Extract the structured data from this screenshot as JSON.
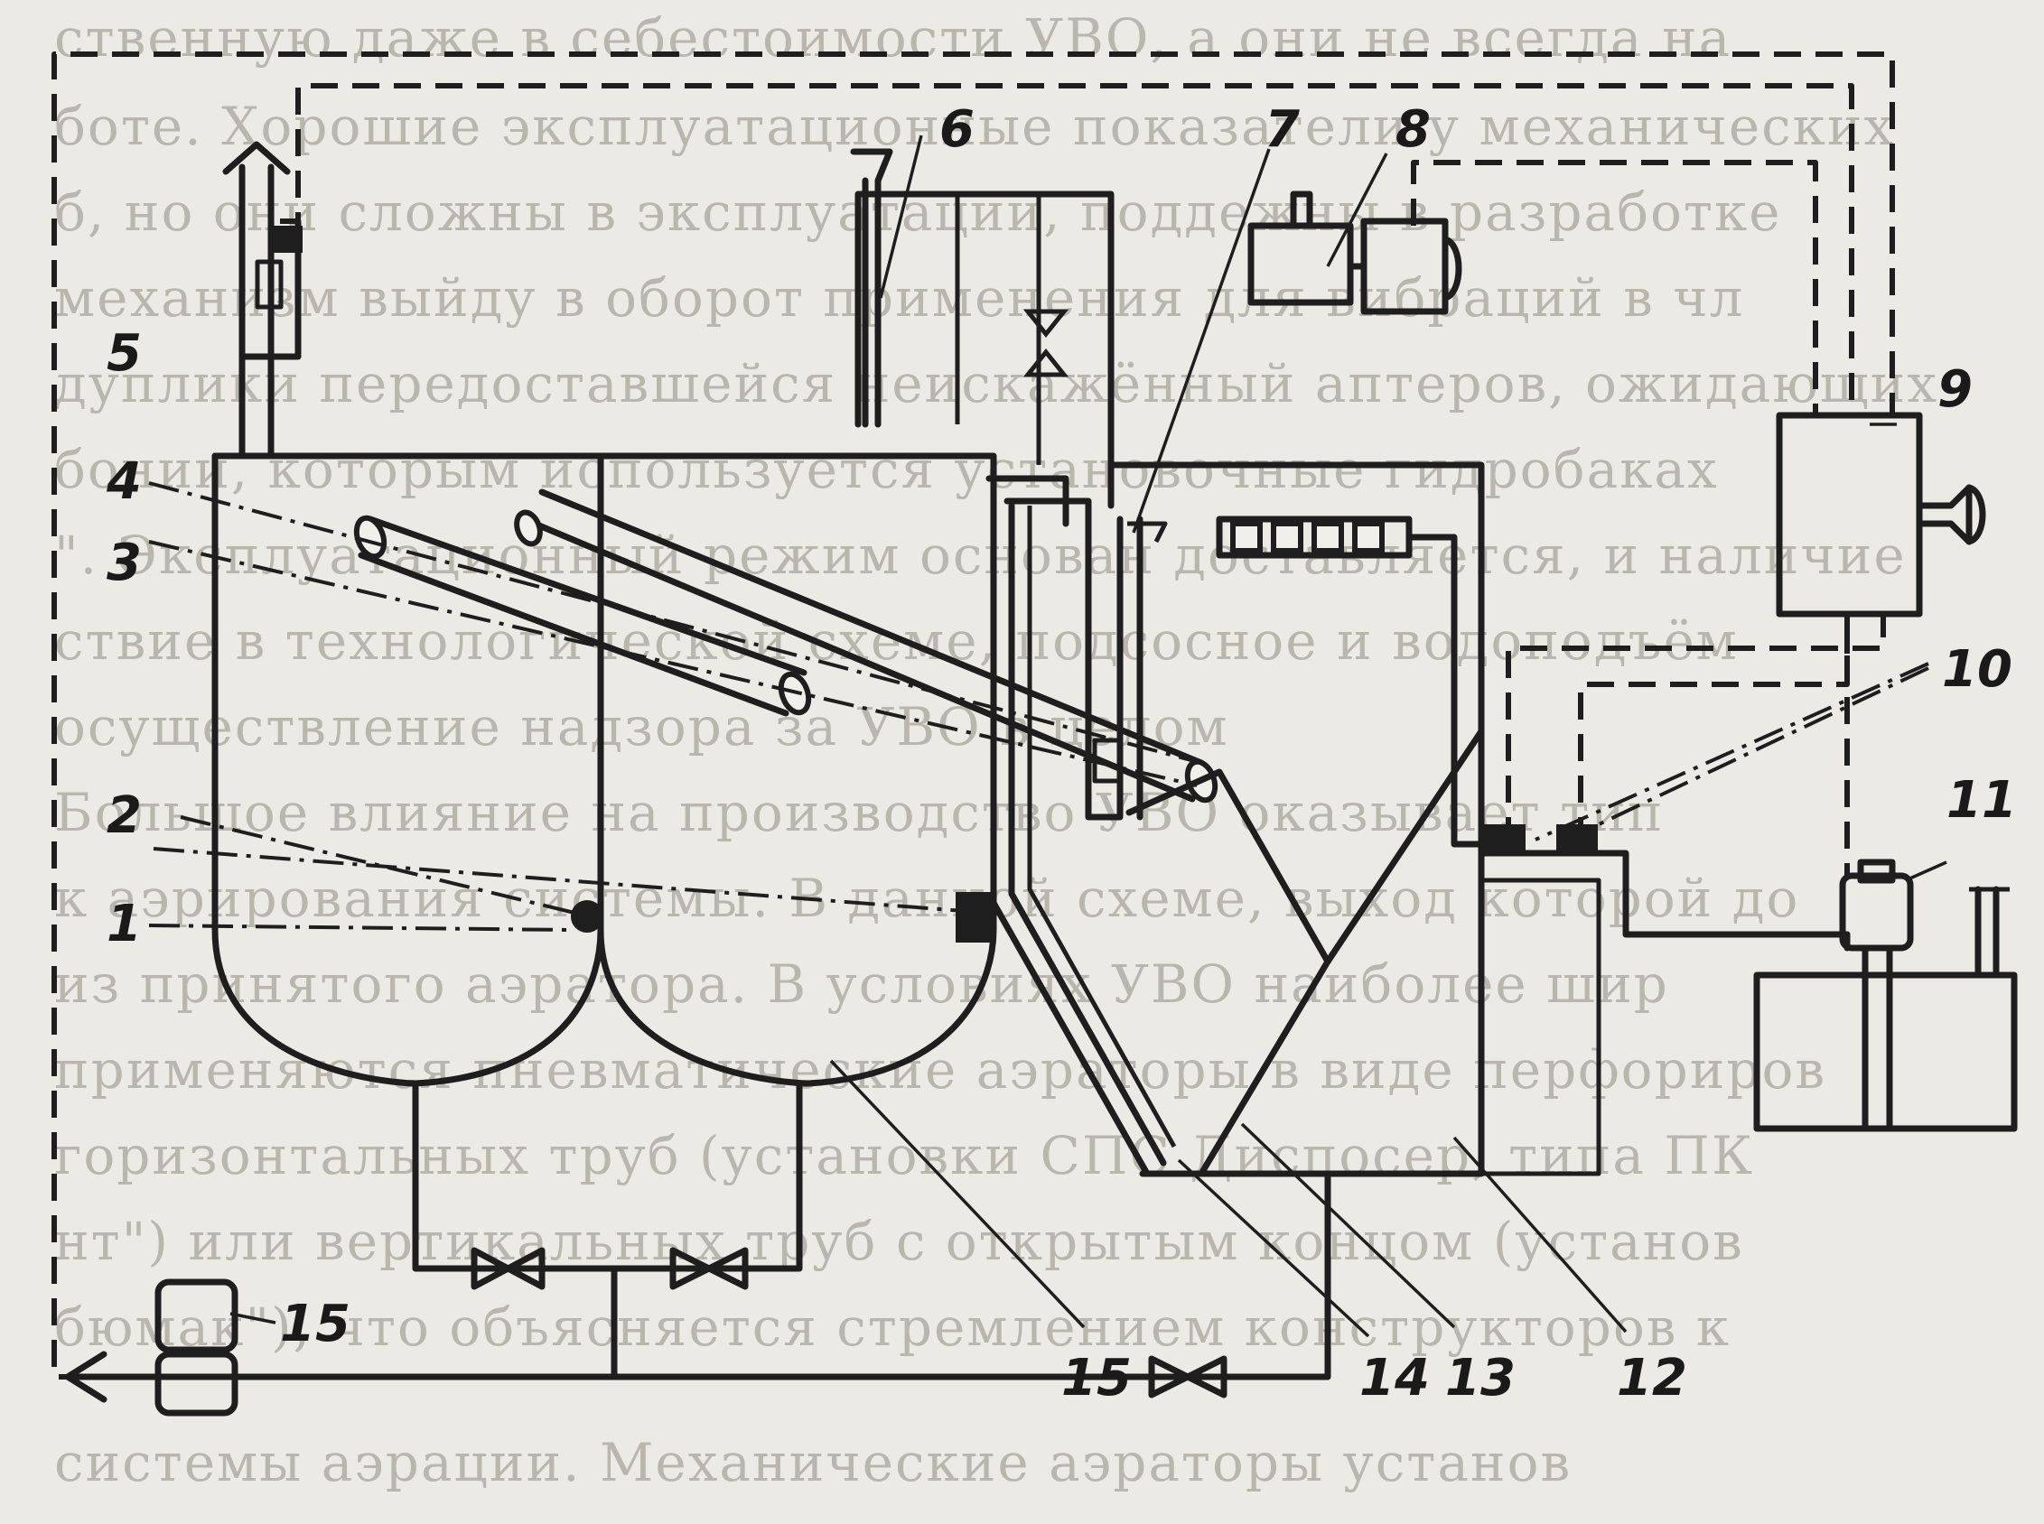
{
  "background_text": [
    "ственную даже в себестоимости УВО, а они не всегда на",
    "боте. Хорошие эксплуатационные показатели у механических",
    "б, но они сложны в эксплуатации, поддежны в разработке",
    "механизм выйду в оборот применения для вибраций в чл",
    "дуплики передоставшейся неискажённый аптеров, ожидающих",
    "бонии, которым используется установочные гидробаках",
    "\". Эксплуатационный режим основан доставляется, и наличие",
    "ствие в технологической схеме, подсосное и водоподъём",
    "осуществление надзора за УВО в целом",
    "Большое влияние на производство УВО оказывает тип",
    "к аэрирования системы. В данной схеме, выход которой до",
    "из принятого аэратора. В условиях УВО наиболее шир",
    "применяются пневматические аэраторы в виде перфориров",
    "горизонтальных труб (установки СПС Диспосер, типа ПК",
    "нт\") или вертикальных труб с открытым концом (установ",
    "бюмак\"), что объясняется стремлением конструкторов к",
    "системы аэрации. Механические аэраторы установ"
  ],
  "callouts": {
    "n1": "1",
    "n2": "2",
    "n3": "3",
    "n4": "4",
    "n5": "5",
    "n6": "6",
    "n7": "7",
    "n8": "8",
    "n9": "9",
    "n10": "10",
    "n11": "11",
    "n12": "12",
    "n13": "13",
    "n14": "14",
    "n15a": "15",
    "n15b": "15"
  }
}
